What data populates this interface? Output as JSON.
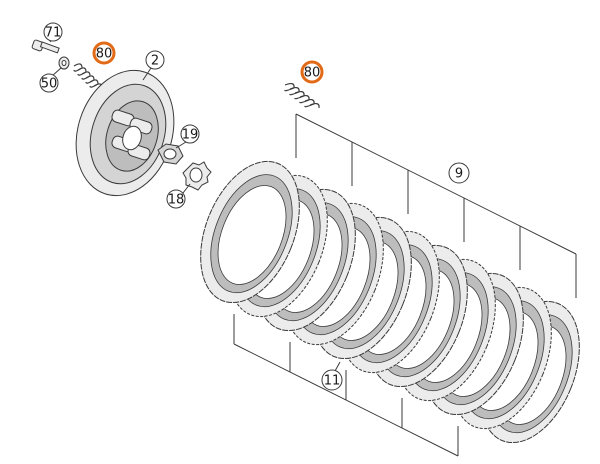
{
  "callouts": [
    {
      "id": "71",
      "text": "71",
      "highlight": false
    },
    {
      "id": "80a",
      "text": "80",
      "highlight": true
    },
    {
      "id": "2",
      "text": "2",
      "highlight": false
    },
    {
      "id": "50",
      "text": "50",
      "highlight": false
    },
    {
      "id": "80b",
      "text": "80",
      "highlight": true
    },
    {
      "id": "19",
      "text": "19",
      "highlight": false
    },
    {
      "id": "18",
      "text": "18",
      "highlight": false
    },
    {
      "id": "9",
      "text": "9",
      "highlight": false
    },
    {
      "id": "11",
      "text": "11",
      "highlight": false
    }
  ],
  "colors": {
    "line": "#3a3a3a",
    "part_fill": "#ececec",
    "part_shade": "#bdbdbd",
    "highlight": "#e26a16",
    "background": "#ffffff"
  }
}
